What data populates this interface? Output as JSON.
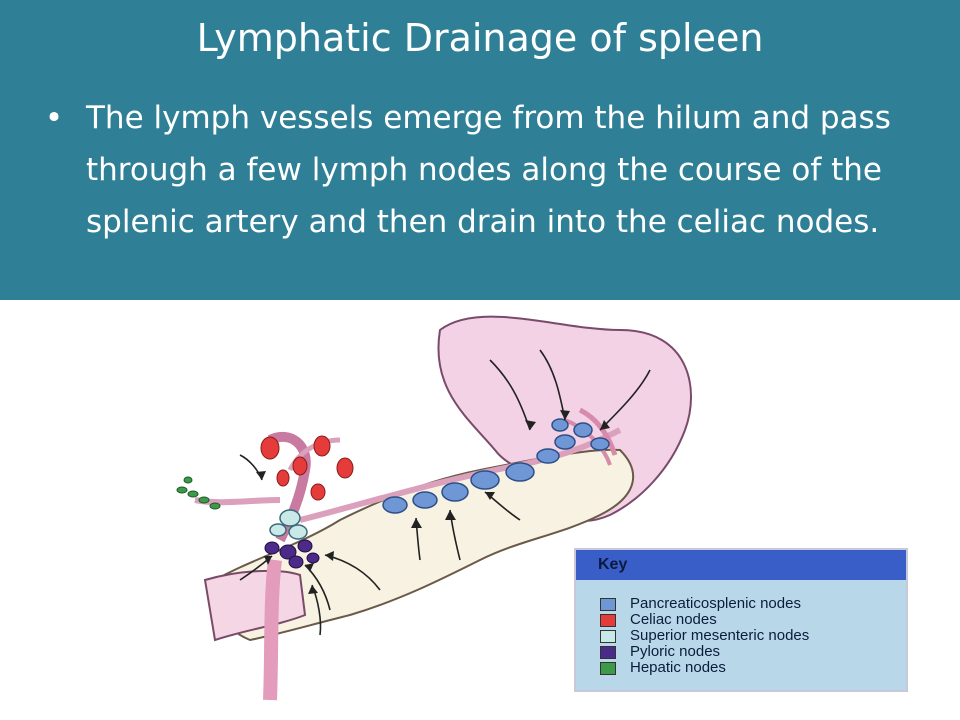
{
  "slide": {
    "title": "Lymphatic Drainage of spleen",
    "bullet_marker": "•",
    "bullet_text": "The lymph vessels emerge from the hilum and pass through a few lymph nodes along the course of the splenic artery and then drain into the celiac nodes.",
    "header_color": "#2f8096"
  },
  "key": {
    "title": "Key",
    "items": [
      {
        "label": "Pancreaticosplenic nodes",
        "color": "#6f97d6"
      },
      {
        "label": "Celiac nodes",
        "color": "#e53b3b"
      },
      {
        "label": "Superior mesenteric nodes",
        "color": "#c9e8e8"
      },
      {
        "label": "Pyloric nodes",
        "color": "#4b2a8a"
      },
      {
        "label": "Hepatic nodes",
        "color": "#3c9a4a"
      }
    ]
  }
}
